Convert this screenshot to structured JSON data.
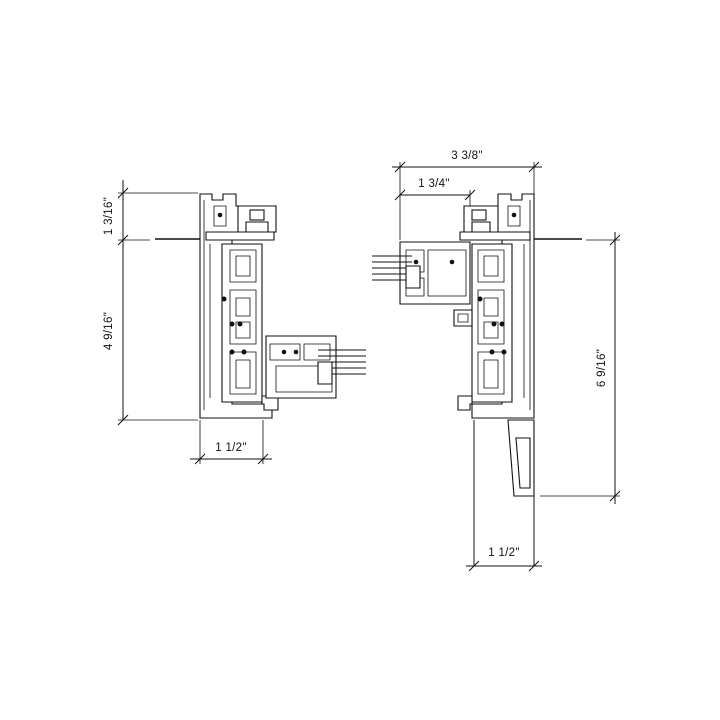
{
  "dimensions": {
    "left_head_height": "1 3/16\"",
    "left_jamb_height": "4 9/16\"",
    "left_depth": "1 1/2\"",
    "right_overall_width": "3 3/8\"",
    "right_partial_width": "1 3/4\"",
    "right_jamb_height": "6 9/16\"",
    "right_depth": "1 1/2\""
  }
}
